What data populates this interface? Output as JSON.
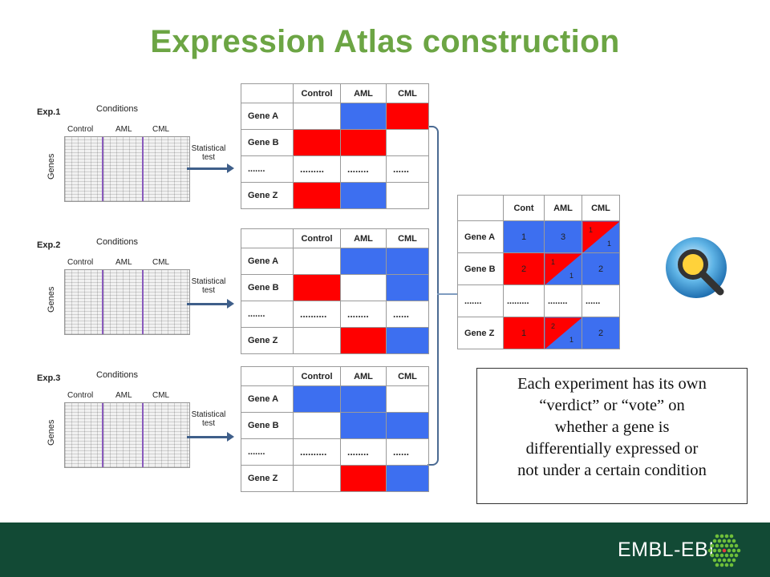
{
  "title": "Expression Atlas construction",
  "experiments": [
    {
      "label": "Exp.1",
      "conditions_label": "Conditions",
      "columns": [
        "Control",
        "AML",
        "CML"
      ],
      "genes_label": "Genes",
      "stat_label": [
        "Statistical",
        "test"
      ],
      "table": {
        "headers": [
          "",
          "Control",
          "AML",
          "CML"
        ],
        "rows": [
          {
            "gene": "Gene A",
            "cells": [
              "white",
              "blue",
              "red"
            ]
          },
          {
            "gene": "Gene B",
            "cells": [
              "red",
              "red",
              "white"
            ]
          },
          {
            "gene": ".......",
            "cells": [
              ".........",
              "........",
              "......"
            ]
          },
          {
            "gene": "Gene Z",
            "cells": [
              "red",
              "blue",
              "white"
            ]
          }
        ]
      }
    },
    {
      "label": "Exp.2",
      "conditions_label": "Conditions",
      "columns": [
        "Control",
        "AML",
        "CML"
      ],
      "genes_label": "Genes",
      "stat_label": [
        "Statistical",
        "test"
      ],
      "table": {
        "headers": [
          "",
          "Control",
          "AML",
          "CML"
        ],
        "rows": [
          {
            "gene": "Gene A",
            "cells": [
              "white",
              "blue",
              "blue"
            ]
          },
          {
            "gene": "Gene B",
            "cells": [
              "red",
              "white",
              "blue"
            ]
          },
          {
            "gene": ".......",
            "cells": [
              "..........",
              "........",
              "......"
            ]
          },
          {
            "gene": "Gene Z",
            "cells": [
              "white",
              "red",
              "blue"
            ]
          }
        ]
      }
    },
    {
      "label": "Exp.3",
      "conditions_label": "Conditions",
      "columns": [
        "Control",
        "AML",
        "CML"
      ],
      "genes_label": "Genes",
      "stat_label": [
        "Statistical",
        "test"
      ],
      "table": {
        "headers": [
          "",
          "Control",
          "AML",
          "CML"
        ],
        "rows": [
          {
            "gene": "Gene A",
            "cells": [
              "blue",
              "blue",
              "white"
            ]
          },
          {
            "gene": "Gene B",
            "cells": [
              "white",
              "blue",
              "blue"
            ]
          },
          {
            "gene": ".......",
            "cells": [
              "..........",
              "........",
              "......"
            ]
          },
          {
            "gene": "Gene Z",
            "cells": [
              "white",
              "red",
              "blue"
            ]
          }
        ]
      }
    }
  ],
  "final_table": {
    "headers": [
      "",
      "Cont",
      "AML",
      "CML"
    ],
    "rows": [
      {
        "gene": "Gene A",
        "cells": [
          {
            "type": "blue",
            "v": "1"
          },
          {
            "type": "blue",
            "v": "3"
          },
          {
            "type": "split",
            "red": "1",
            "blue": "1"
          }
        ]
      },
      {
        "gene": "Gene B",
        "cells": [
          {
            "type": "red",
            "v": "2"
          },
          {
            "type": "split",
            "red": "1",
            "blue": "1"
          },
          {
            "type": "blue",
            "v": "2"
          }
        ]
      },
      {
        "gene": ".......",
        "cells": [
          {
            "type": "dots",
            "v": "........."
          },
          {
            "type": "dots",
            "v": "........"
          },
          {
            "type": "dots",
            "v": "......"
          }
        ]
      },
      {
        "gene": "Gene Z",
        "cells": [
          {
            "type": "red",
            "v": "1"
          },
          {
            "type": "split",
            "red": "2",
            "blue": "1"
          },
          {
            "type": "blue",
            "v": "2"
          }
        ]
      }
    ]
  },
  "note_lines": [
    "Each experiment has its own",
    "“verdict” or “vote” on",
    "whether a gene is",
    "differentially expressed or",
    "not under a certain condition"
  ],
  "footer": {
    "brand": "EMBL-EBI"
  },
  "colors": {
    "up": "#ff0000",
    "down": "#3d6ff0",
    "title": "#6ca544",
    "footer": "#124a35"
  }
}
